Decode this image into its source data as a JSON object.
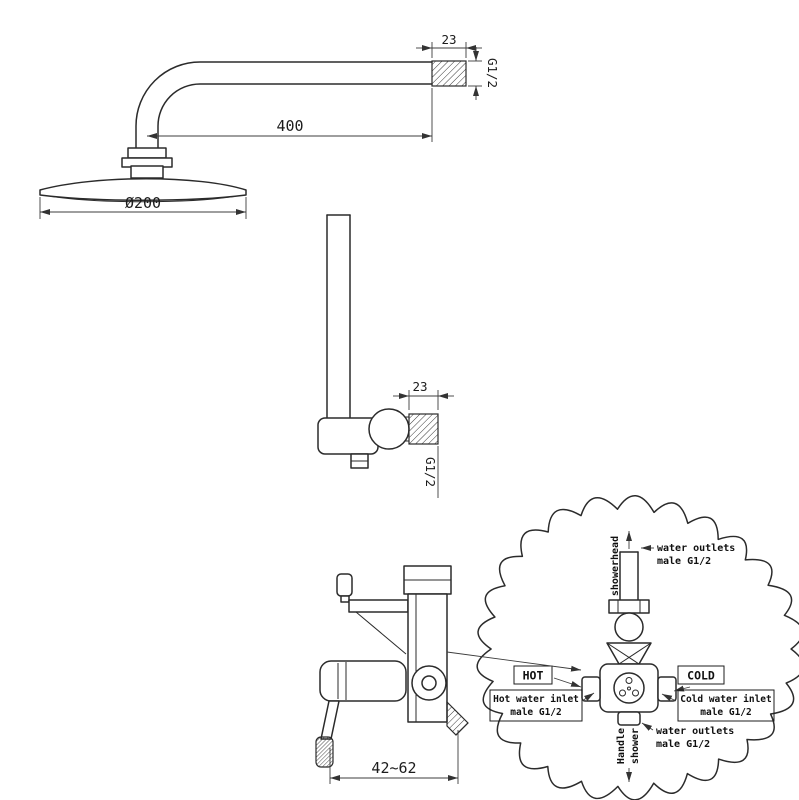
{
  "page": {
    "background": "#ffffff"
  },
  "colors": {
    "line": "#2b2b2b",
    "dimension": "#3c3c3c",
    "text": "#1c1c1c"
  },
  "drawing": {
    "shower_arm": {
      "thread_length_dim": "23",
      "thread_size_label": "G1/2",
      "arm_length_dim": "400",
      "head_diameter_dim": "Ø200"
    },
    "hand_shower_outlet": {
      "thread_length_dim": "23",
      "thread_size_label": "G1/2"
    },
    "mixer_valve": {
      "depth_range_dim": "42~62"
    },
    "detail_callout": {
      "showerhead_direction": "showerhead",
      "top_outlet_line1": "water outlets",
      "top_outlet_line2": "male G1/2",
      "hot_label": "HOT",
      "cold_label": "COLD",
      "hot_inlet_line1": "Hot water inlet",
      "hot_inlet_line2": "male G1/2",
      "cold_inlet_line1": "Cold water inlet",
      "cold_inlet_line2": "male G1/2",
      "bottom_outlet_line1": "water outlets",
      "bottom_outlet_line2": "male G1/2",
      "handle_direction_line1": "Handle",
      "handle_direction_line2": "shower"
    }
  }
}
